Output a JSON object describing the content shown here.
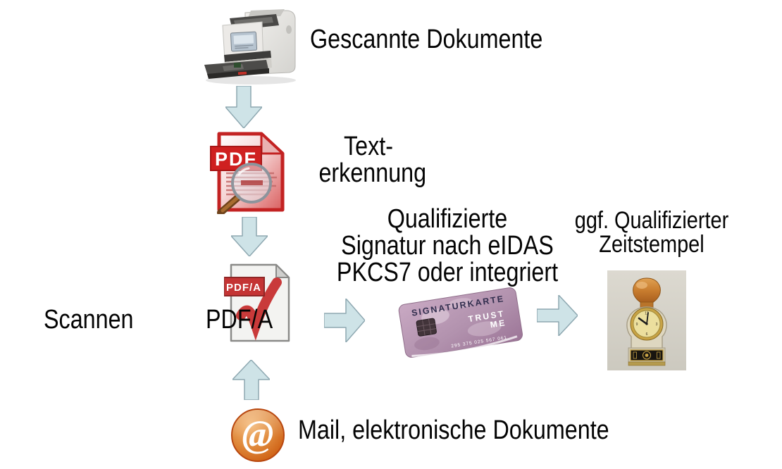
{
  "diagram": {
    "labels": {
      "scanned_docs": "Gescannte Dokumente",
      "ocr_line1": "Text-",
      "ocr_line2": "erkennung",
      "scannen": "Scannen",
      "pdfa": "PDF/A",
      "signature_line1": "Qualifizierte",
      "signature_line2": "Signatur nach eIDAS",
      "signature_line3": "PKCS7 oder integriert",
      "timestamp_line1": "ggf. Qualifizierter",
      "timestamp_line2": "Zeitstempel",
      "mail": "Mail, elektronische Dokumente"
    },
    "pdf_icon": {
      "badge": "PDF"
    },
    "pdfa_icon": {
      "badge": "PDF/A"
    },
    "card": {
      "title": "SIGNATURKARTE",
      "trust_line1": "TRUST",
      "trust_line2": "ME",
      "number": "295 375 025 567 061"
    },
    "mail_icon_glyph": "@",
    "icons": {
      "scanner": "document-scanner-photo",
      "pdf_ocr": "pdf-file-magnifier-icon",
      "pdfa": "pdfa-file-checkmark-icon",
      "signature_card": "signature-smartcard-photo",
      "time_stamp": "clock-timestamp-device-photo",
      "mail": "at-sign-icon",
      "arrows": "block-arrow"
    },
    "colors": {
      "background": "#ffffff",
      "arrow_fill": "#cee3e7",
      "arrow_stroke": "#8ea8b1",
      "pdf_red": "#cf2222",
      "pdfa_check_red": "#c93a3a",
      "card_purple": "#b292ae",
      "at_orange": "#d06418",
      "stamp_knob_brown": "#c87c2e",
      "text_black": "#040404"
    }
  }
}
